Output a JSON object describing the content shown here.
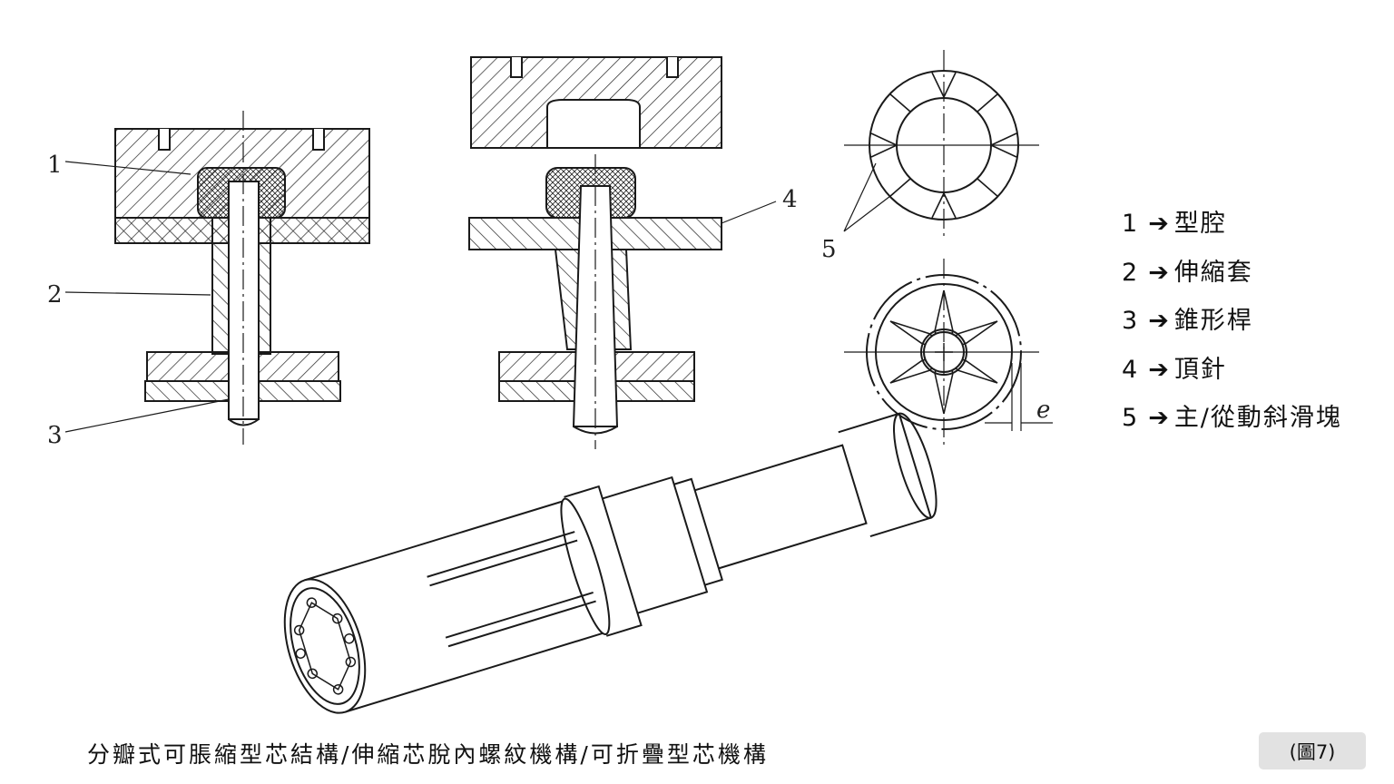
{
  "drawing_labels": {
    "p1": "1",
    "p2": "2",
    "p3": "3",
    "p4": "4",
    "p5": "5",
    "e": "e"
  },
  "legend": [
    {
      "num": "1",
      "arrow": "➔",
      "text": "型腔"
    },
    {
      "num": "2",
      "arrow": "➔",
      "text": "伸縮套"
    },
    {
      "num": "3",
      "arrow": "➔",
      "text": "錐形桿"
    },
    {
      "num": "4",
      "arrow": "➔",
      "text": "頂針"
    },
    {
      "num": "5",
      "arrow": "➔",
      "text": "主/從動斜滑塊"
    }
  ],
  "caption": "分瓣式可脹縮型芯結構/伸縮芯脫內螺紋機構/可折疊型芯機構",
  "figure_badge": "(圖7)"
}
